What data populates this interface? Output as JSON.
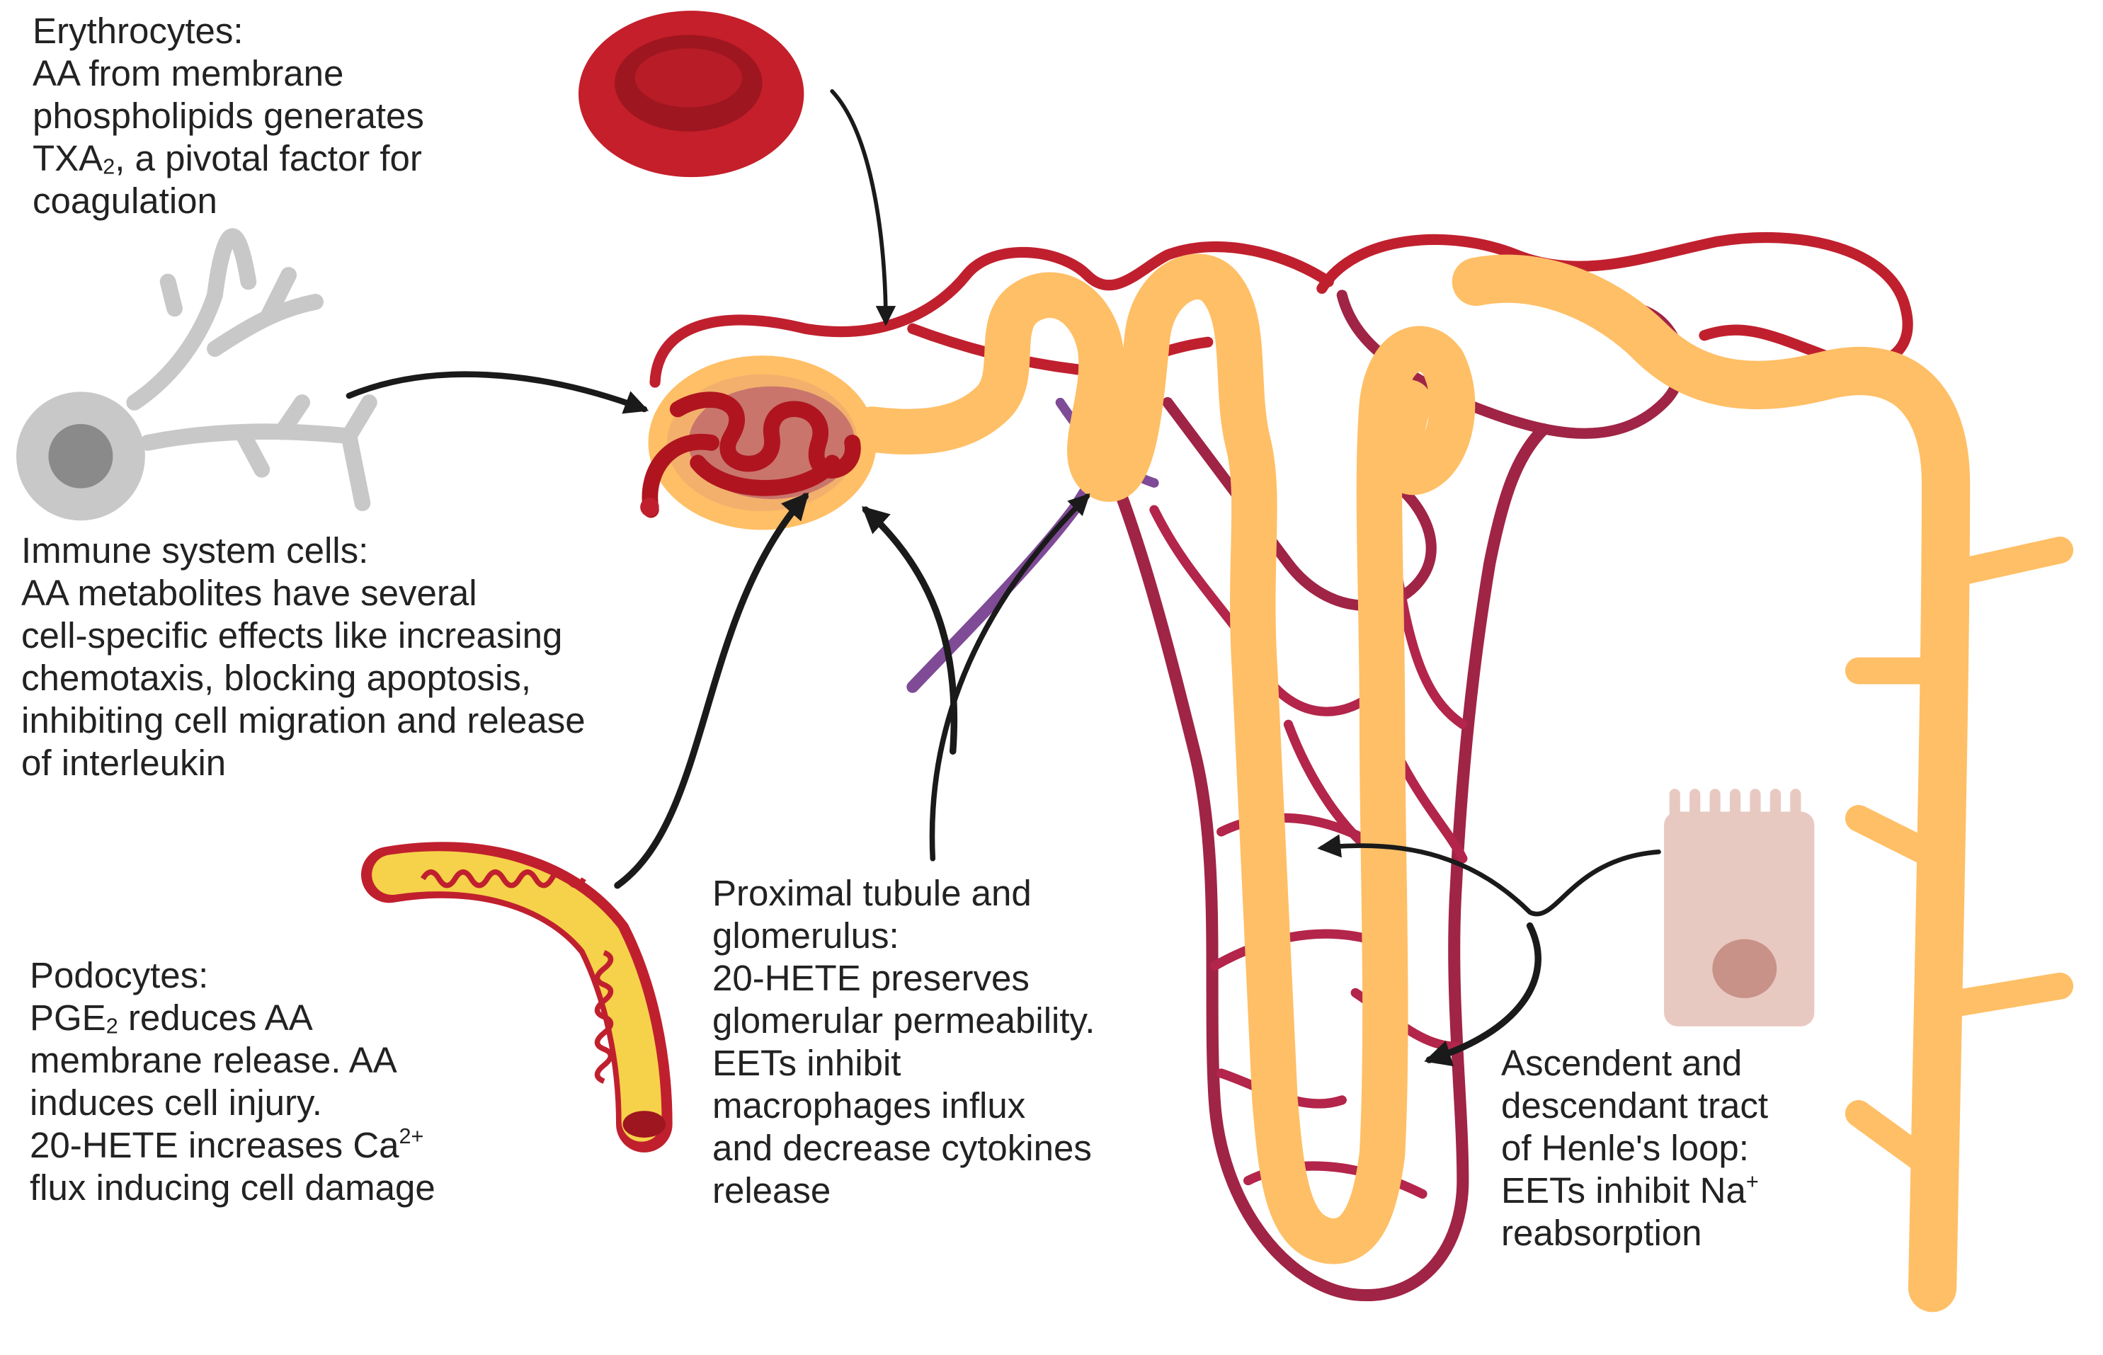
{
  "colors": {
    "vessel_red": "#c0202e",
    "vessel_crimson": "#a02445",
    "vessel_purple": "#7f4a96",
    "tubule_orange": "#ffbf66",
    "cell_gray": "#c8c8c8",
    "nucleus_gray": "#8a8a8a",
    "epithelial_pink": "#e8c9c1",
    "arrow_black": "#1a1a1a"
  },
  "icons": [
    "red-blood-cell-icon",
    "immune-cell-icon",
    "podocyte-vessel-icon",
    "epithelial-cell-icon",
    "nephron-diagram"
  ],
  "labels": {
    "erythrocytes": {
      "heading": "Erythrocytes:",
      "line1": "AA from membrane",
      "line2": "phospholipids generates",
      "line3_pre": "TXA",
      "line3_sub": "2",
      "line3_post": ", a pivotal factor for",
      "line4": "coagulation"
    },
    "immune": {
      "heading": "Immune system cells:",
      "line1": "AA metabolites have several",
      "line2": "cell-specific effects like increasing",
      "line3": "chemotaxis, blocking apoptosis,",
      "line4": "inhibiting cell migration and release",
      "line5": "of interleukin"
    },
    "podocytes": {
      "heading": "Podocytes:",
      "line1_pre": "PGE",
      "line1_sub": "2",
      "line1_post": " reduces AA",
      "line2": "membrane release. AA",
      "line3": "induces cell injury.",
      "line4_pre": "20-HETE increases Ca",
      "line4_sup": "2+",
      "line5": "flux inducing cell damage"
    },
    "proximal": {
      "heading1": "Proximal tubule and",
      "heading2": "glomerulus:",
      "line1": "20-HETE preserves",
      "line2": "glomerular permeability.",
      "line3": "EETs inhibit",
      "line4": "macrophages influx",
      "line5": "and decrease cytokines",
      "line6": "release"
    },
    "henle": {
      "heading1": "Ascendent and",
      "heading2": "descendant tract",
      "heading3": "of Henle's loop:",
      "line1_pre": "EETs inhibit Na",
      "line1_sup": "+",
      "line2": "reabsorption"
    }
  }
}
